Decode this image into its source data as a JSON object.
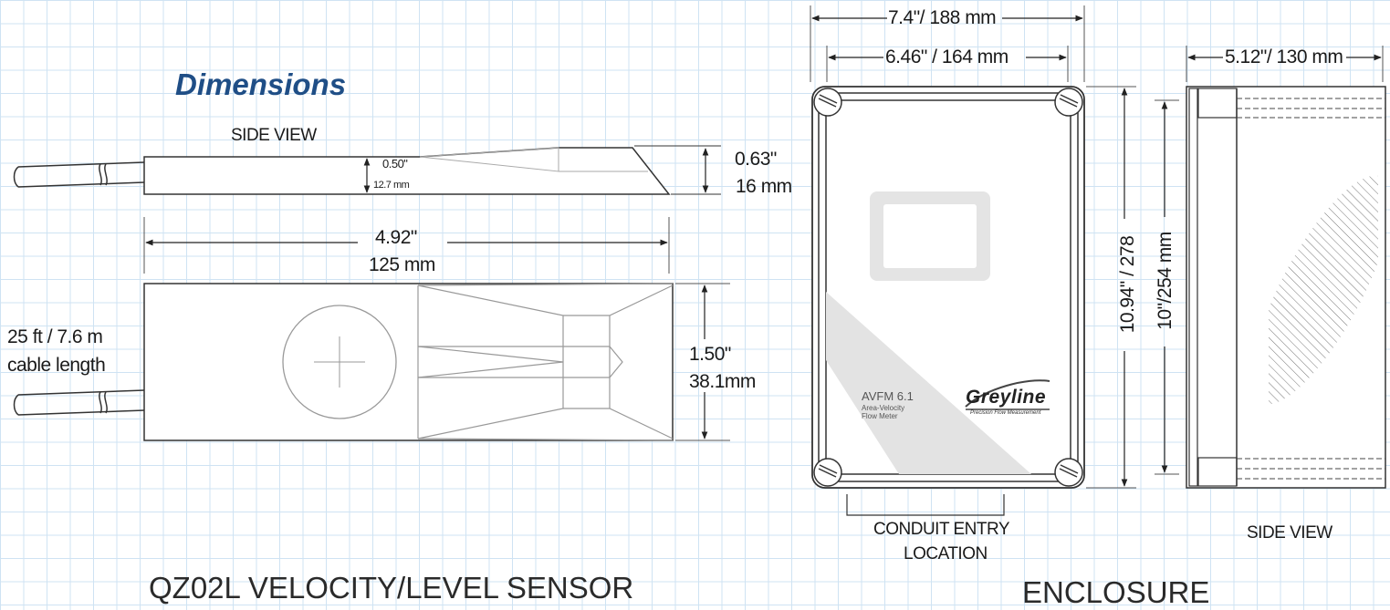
{
  "title": "Dimensions",
  "sensor": {
    "side_view_label": "SIDE  VIEW",
    "thickness_in": "0.50\"",
    "thickness_mm": "12.7 mm",
    "height_in": "0.63\"",
    "height_mm": "16 mm",
    "length_in": "4.92\"",
    "length_mm": "125 mm",
    "cable_length_1": "25 ft  / 7.6 m",
    "cable_length_2": "cable length",
    "width_in": "1.50\"",
    "width_mm": "38.1mm",
    "title": "QZ02L  VELOCITY/LEVEL SENSOR"
  },
  "enclosure": {
    "outer_width": "7.4\"/ 188 mm",
    "inner_width": "6.46\" / 164 mm",
    "depth": "5.12\"/ 130 mm",
    "outer_height": "10.94\" / 278",
    "inner_height": "10\"/254  mm",
    "conduit_label_1": "CONDUIT ENTRY",
    "conduit_label_2": "LOCATION",
    "side_view_label": "SIDE VIEW",
    "title": "ENCLOSURE",
    "model": "AVFM 6.1",
    "model_line_1": "Area-Velocity",
    "model_line_2": "Flow Meter",
    "brand": "Greyline",
    "brand_tagline": "Precision Flow Measurement"
  }
}
